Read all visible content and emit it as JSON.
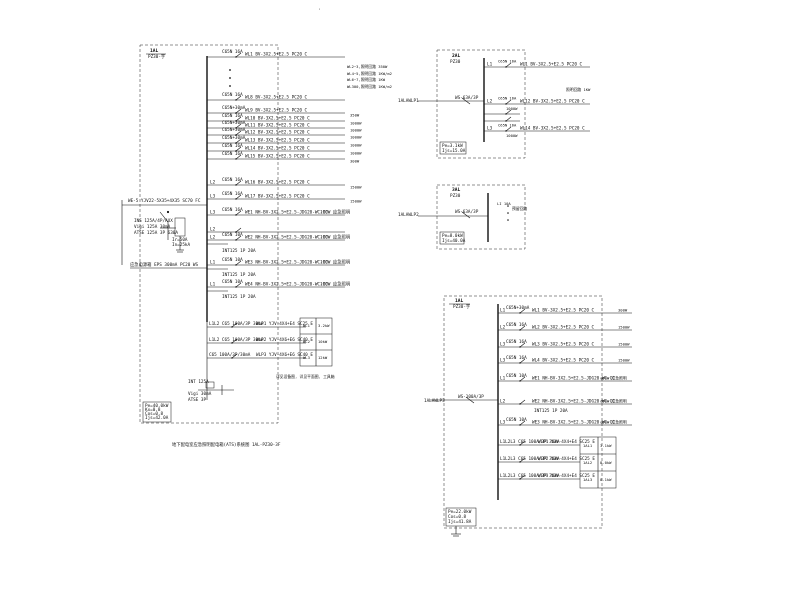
{
  "page": {
    "top_mark": "'"
  },
  "panel1": {
    "id_label": "1AL",
    "id_model": "PZ30-字",
    "circuits": [
      {
        "phase": "",
        "breaker": "C65N 16A",
        "desc": "WL1  BV-3X2.5+E2.5  PC20  C",
        "note": "",
        "load": ""
      },
      {
        "phase": "",
        "breaker": "C65N 16A",
        "desc": "WL8  BV-3X2.5+E2.5  PC20  C",
        "note": "",
        "load": ""
      },
      {
        "phase": "",
        "breaker": "C65N+30mA",
        "desc": "WL9  BV-3X2.5+E2.5  PC20  C",
        "note": "",
        "load": "350W"
      },
      {
        "phase": "",
        "breaker": "C65N 16A",
        "desc": "WL10 BV-3X2.5+E2.5  PC20  C",
        "note": "",
        "load": "1000W"
      },
      {
        "phase": "",
        "breaker": "C65N+30mA",
        "desc": "WL11 BV-3X2.5+E2.5  PC20  C",
        "note": "",
        "load": "1000W"
      },
      {
        "phase": "",
        "breaker": "C65N+30mA",
        "desc": "WL12 BV-3X2.5+E2.5  PC20  C",
        "note": "",
        "load": "1000W"
      },
      {
        "phase": "",
        "breaker": "C65N+30mA",
        "desc": "WL13 BV-3X2.5+E2.5  PC20  C",
        "note": "",
        "load": "1000W"
      },
      {
        "phase": "",
        "breaker": "C65N 16A",
        "desc": "WL14 BV-3X2.5+E2.5  PC20  C",
        "note": "",
        "load": "1000W"
      },
      {
        "phase": "",
        "breaker": "C65N 16A",
        "desc": "WL15 BV-3X2.5+E2.5  PC20  C",
        "note": "",
        "load": "300W"
      },
      {
        "phase": "L2",
        "breaker": "C65N 16A",
        "desc": "WL16 BV-3X2.5+E2.5  PC20  C",
        "note": "",
        "load": "1500W"
      },
      {
        "phase": "L3",
        "breaker": "C65N 16A",
        "desc": "WL17 BV-3X2.5+E2.5  PC20  C",
        "note": "",
        "load": "1500W"
      },
      {
        "phase": "L3",
        "breaker": "C65N 16A",
        "desc": "WE1  NH-BV-3X2.5+E2.5-JDG20-WC-CC",
        "note": "100W 应急照明",
        "load": ""
      },
      {
        "phase": "L2",
        "breaker": "",
        "desc": "",
        "note": "",
        "load": ""
      },
      {
        "phase": "L2",
        "breaker": "C65N 10A",
        "desc": "WE2  NH-BV-3X2.5+E2.5-JDG20-WC-CC",
        "note": "100W 应急照明",
        "load": ""
      },
      {
        "phase": "L1",
        "breaker": "C65N 10A",
        "desc": "WE3  NH-BV-3X2.5+E2.5-JDG20-WC-CC",
        "note": "100W 应急照明",
        "load": ""
      },
      {
        "phase": "L1",
        "breaker": "C65N 10A",
        "desc": "WE4  NH-BV-3X2.5+E2.5-JDG20-WC-CC",
        "note": "100W 应急照明",
        "load": ""
      }
    ],
    "wl_notes": [
      "WL2~3,照明回路 350W",
      "WL4~5,照明回路 1KW/m2",
      "WL6~7,照明回路 1KW",
      "WL300,照明回路 1KW/m2"
    ],
    "atse_labels": [
      "INT125 1P 20A",
      "INT125 1P 20A",
      "INT125 1P 20A"
    ],
    "spare": [
      {
        "breaker": "L1L2 C65 100A/3P 30mA",
        "desc": "WLP1  YJV-4X4+E4  SC25  E"
      },
      {
        "breaker": "L1L2 C65 100A/3P 30mA",
        "desc": "WLP2  YJV-4X6+E6  SC40  E"
      },
      {
        "breaker": "C65 100A/3P/30mA",
        "desc": "WLP3  YJV-4X6+E6  SC40  E"
      }
    ],
    "table": [
      [
        "WL1",
        "3.2kW"
      ],
      [
        "WL2",
        "10kW"
      ],
      [
        "WL3",
        "12kW"
      ]
    ],
    "table_caption": "详见设备图, 详见平面图, 工具箱",
    "incoming": "WE-5 YJV22-5X35+4X35 SC70 FC",
    "main_switch": [
      "INS 125A/4P/AUX",
      "Vigi 125A 30mA",
      "ATSE 125A 3P 630A"
    ],
    "spd": [
      "Ir=50A",
      "In=25kA"
    ],
    "emergency": "应急电源箱 EPS 300mA PC20 WS",
    "bottom_switch": [
      "INT 125A",
      "Vigi 30mA",
      "ATSE 3P"
    ],
    "params": [
      "Pe=40.0kW",
      "Kx=0.8",
      "Cos=0.8",
      "Ijs=42.0A"
    ],
    "caption": "地下配电室应急照明配电箱(ATS)系统图 1AL-PZ30-3F"
  },
  "panel2": {
    "id_label": "2AL",
    "id_model": "PZ30",
    "feeder_label": "1ALAWLP1",
    "main_breaker": "WS-63A/3P",
    "circuits": [
      {
        "phase": "L1",
        "breaker": "C65N 16A",
        "desc": "WL1  BV-3X2.5+E2.5  PC20  C",
        "load": ""
      },
      {
        "phase": "L2",
        "breaker": "C65N 16A",
        "desc": "WL12 BV-3X2.5+E2.5  PC20  C",
        "load": "1000W"
      },
      {
        "phase": "L3",
        "breaker": "C65N 16A",
        "desc": "WL14 BV-3X2.5+E2.5  PC20  C",
        "load": "1000W"
      }
    ],
    "side_note": "照明回路 1KW",
    "params": [
      "Pe=3.1kW",
      "Ijs=15.0A"
    ]
  },
  "panel3": {
    "id_label": "3AL",
    "id_model": "PZ30",
    "feeder_label": "1ALAWLP2",
    "main_breaker": "WS-63A/3P",
    "notes": [
      "LI 10A",
      "预留回路"
    ],
    "params": [
      "Pe=8.0kW",
      "Ijs=40.0A"
    ]
  },
  "panel4": {
    "id_label": "1AL",
    "id_model": "PZ30-字",
    "feeder_label": "1ALAWLP3",
    "main_breaker": "WS-100A/3P",
    "circuits": [
      {
        "phase": "L1",
        "breaker": "C65N+30mA",
        "desc": "WL1  BV-3X2.5+E2.5  PC20  C",
        "load": "300W"
      },
      {
        "phase": "L2",
        "breaker": "C65N 16A",
        "desc": "WL2  BV-3X2.5+E2.5  PC20  C",
        "load": "1500W"
      },
      {
        "phase": "L3",
        "breaker": "C65N 16A",
        "desc": "WL3  BV-3X2.5+E2.5  PC20  C",
        "load": "1500W"
      },
      {
        "phase": "L3",
        "breaker": "C65N 16A",
        "desc": "WL4  BV-3X2.5+E2.5  PC20  C",
        "load": "1500W"
      },
      {
        "phase": "L1",
        "breaker": "C65N 10A",
        "desc": "WE1  NH-BV-3X2.5+E2.5-JDG20-WC-CC",
        "load": "100W 应急照明"
      },
      {
        "phase": "L2",
        "breaker": "",
        "desc": "WE2  NH-BV-3X2.5+E2.5-JDG20-WC-CC",
        "load": "100W 应急照明"
      },
      {
        "phase": "L3",
        "breaker": "C65N 10A",
        "desc": "WE3  NH-BV-3X2.5+E2.5-JDG20-WC-CC",
        "load": "100W 应急照明"
      }
    ],
    "atse_label": "INT125 1P 20A",
    "spare": [
      {
        "breaker": "L1L2L3 C65 100A/3P 30mA",
        "desc": "WLP1  YJV-4X4+E4  SC25  E"
      },
      {
        "breaker": "L1L2L3 C65 100A/3P 30mA",
        "desc": "WLP2  YJV-4X4+E4  SC25  E"
      },
      {
        "breaker": "L1L2L3 C65 100A/3P 30mA",
        "desc": "WLP3  YJV-4X4+E4  SC25  E"
      }
    ],
    "table": [
      [
        "1AL1",
        "3.1kW"
      ],
      [
        "1AL2",
        "8.0kW"
      ],
      [
        "1AL3",
        "8.1kW"
      ]
    ],
    "params": [
      "Pe=22.0kW",
      "Cos=0.8",
      "Ijs=41.8A"
    ]
  }
}
